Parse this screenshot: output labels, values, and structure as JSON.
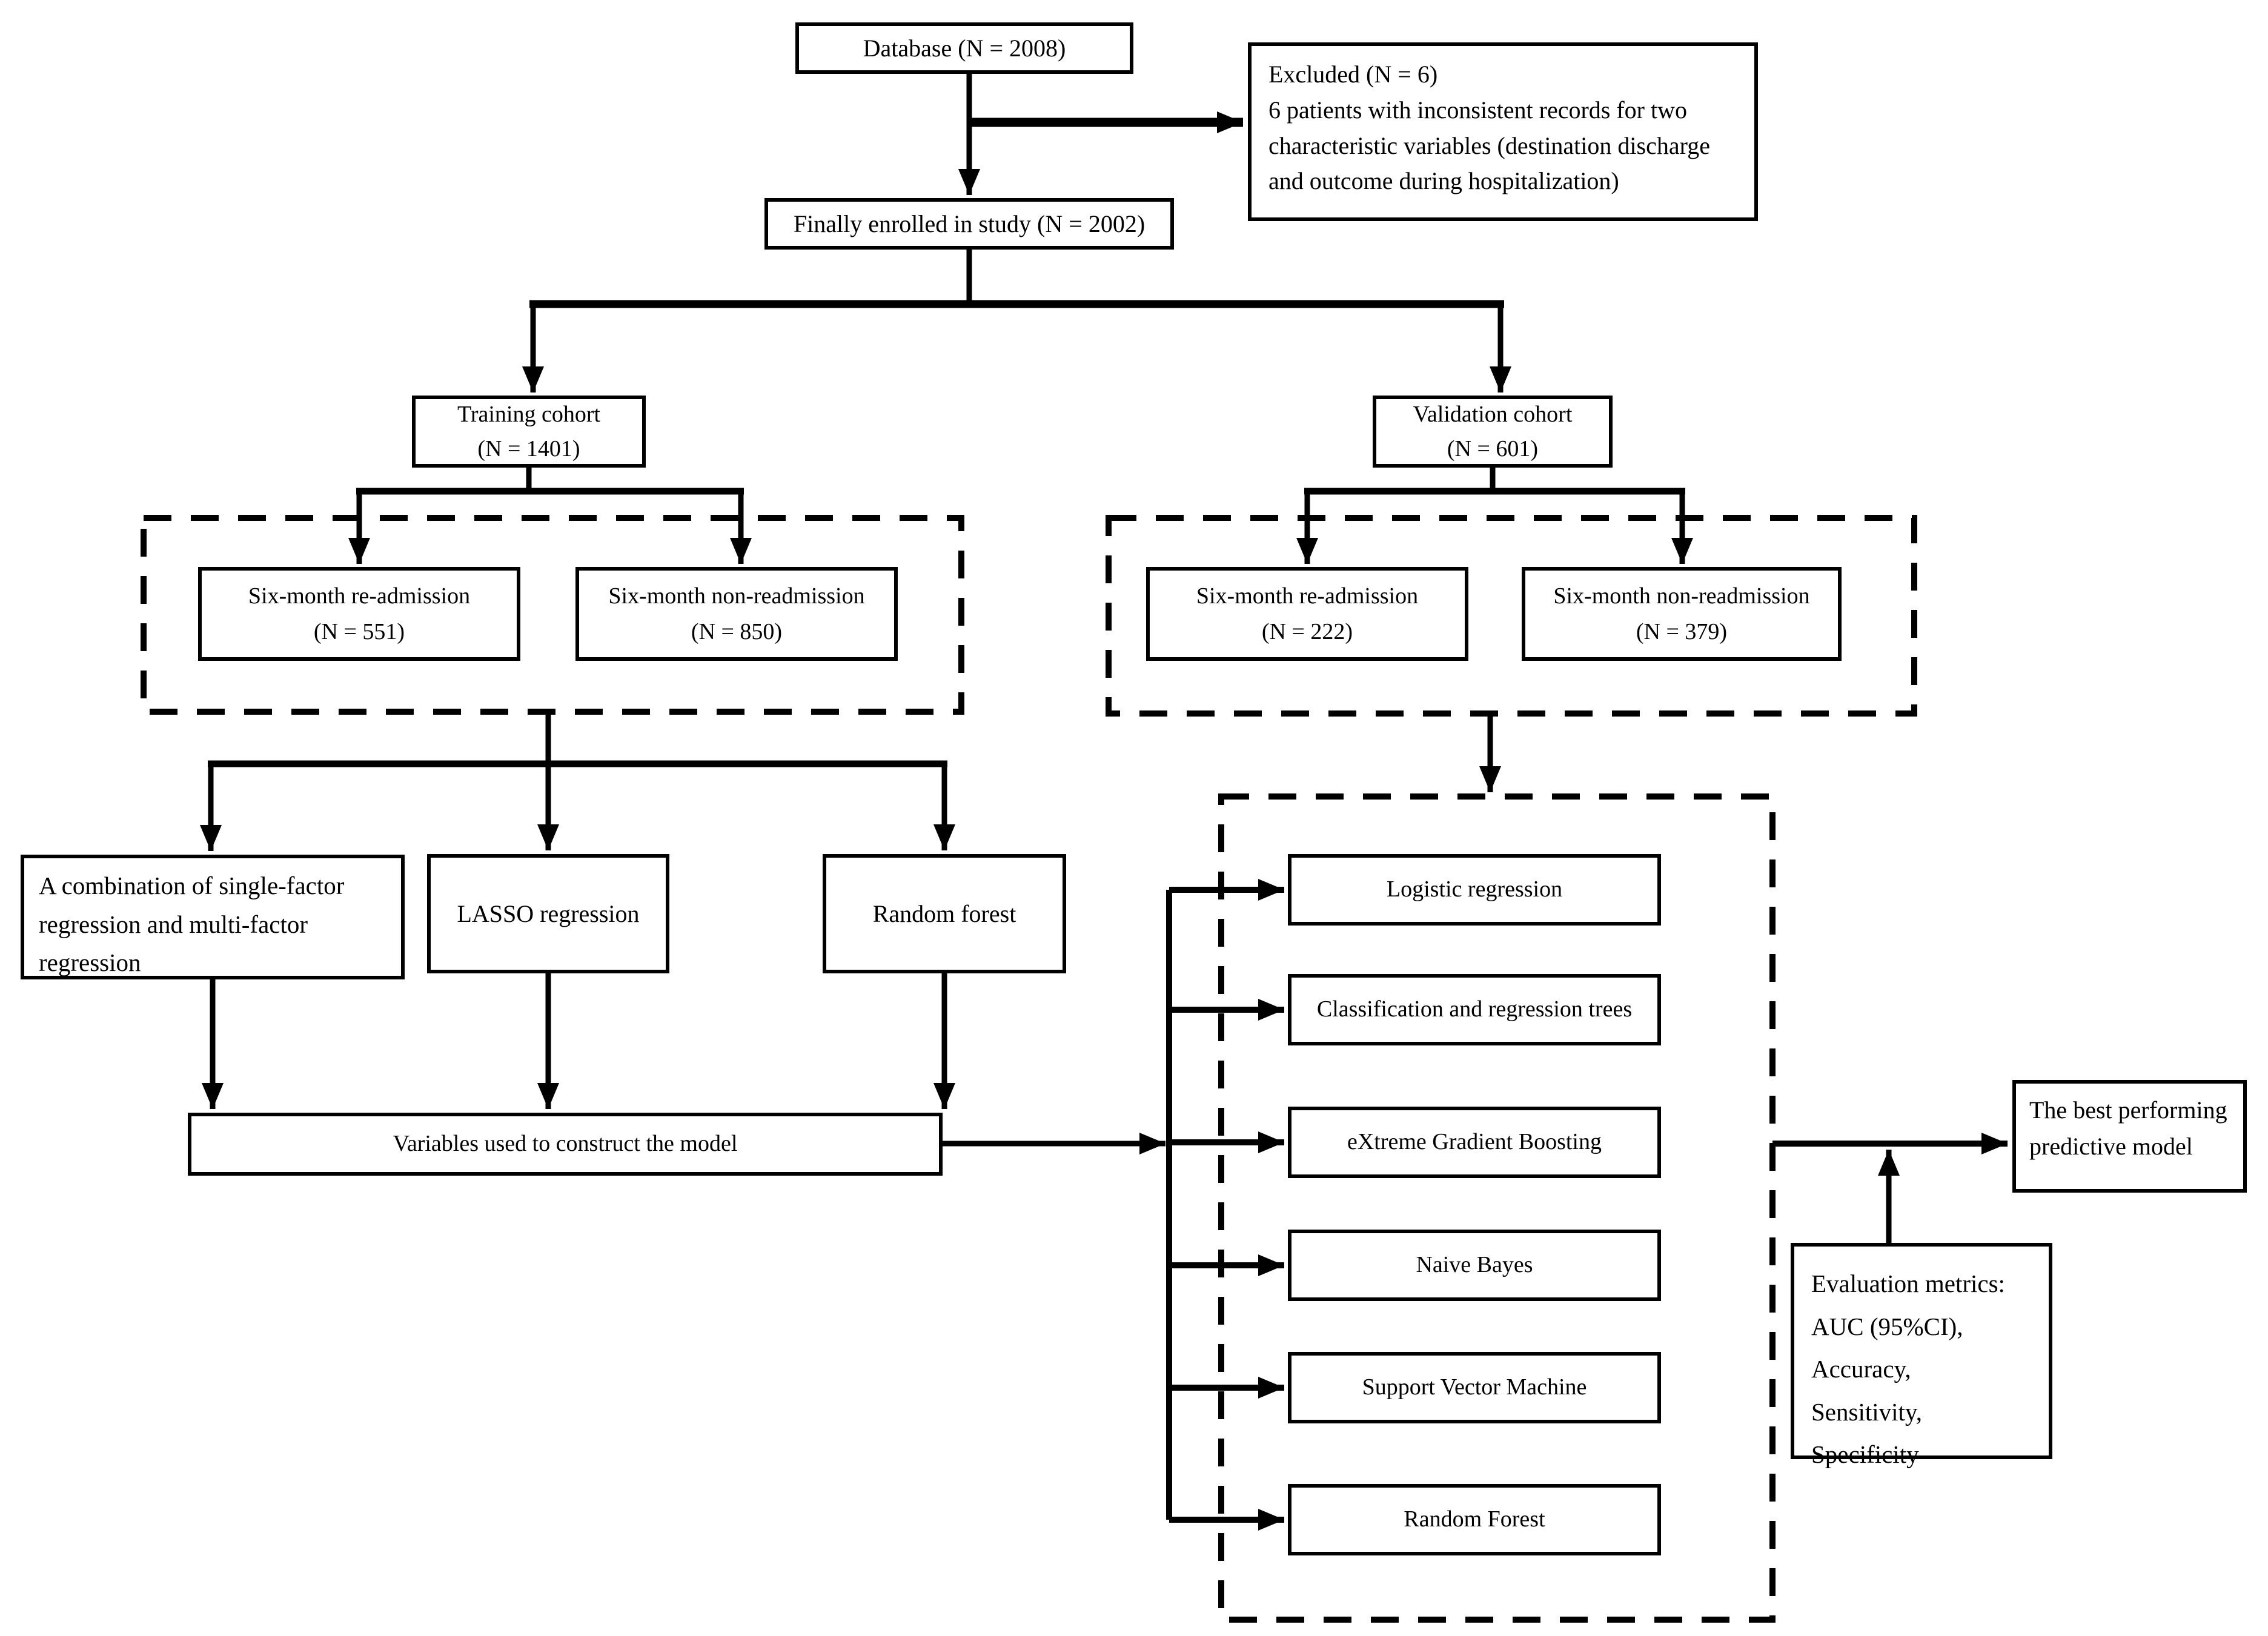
{
  "page": {
    "background": "#ffffff",
    "ink": "#000000"
  },
  "diagram": {
    "database": "Database  (N = 2008)",
    "excluded": {
      "title": "Excluded  (N = 6)",
      "body": "6 patients with inconsistent records for two characteristic variables  (destination discharge and outcome during hospitalization)"
    },
    "enrolled": "Finally enrolled in study  (N = 2002)",
    "training": {
      "name": "Training cohort",
      "n": "(N = 1401)"
    },
    "validation": {
      "name": "Validation cohort",
      "n": "(N = 601)"
    },
    "training_readmission": {
      "name": "Six-month re-admission",
      "n": "(N = 551)"
    },
    "training_nonreadmission": {
      "name": "Six-month non-readmission",
      "n": "(N = 850)"
    },
    "validation_readmission": {
      "name": "Six-month re-admission",
      "n": "(N = 222)"
    },
    "validation_nonreadmission": {
      "name": "Six-month non-readmission",
      "n": "(N = 379)"
    },
    "feature_selection": {
      "combo": "A combination of single-factor regression and multi-factor regression",
      "lasso": "LASSO regression",
      "random_forest": "Random forest"
    },
    "variables": "Variables used to construct the model",
    "models": [
      "Logistic regression",
      "Classification and regression trees",
      "eXtreme Gradient Boosting",
      "Naive Bayes",
      "Support Vector Machine",
      "Random Forest"
    ],
    "evaluation": {
      "lines": [
        "Evaluation metrics:",
        "AUC (95%CI),",
        "Accuracy,",
        "Sensitivity,",
        "Specificity"
      ]
    },
    "best_model": "The best performing predictive model"
  }
}
